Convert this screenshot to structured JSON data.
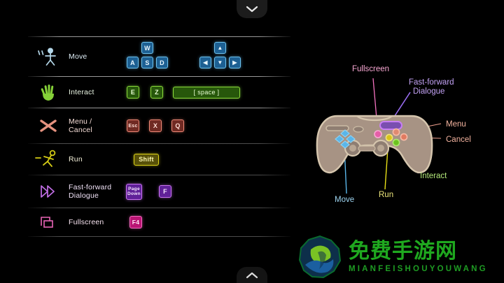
{
  "window": {
    "background_color": "#000000",
    "collapse_button": {
      "name": "collapse-panel-button",
      "glyph": "chevron-down-icon"
    },
    "expand_button": {
      "name": "expand-panel-button",
      "glyph": "chevron-up-icon"
    }
  },
  "keyboard_table": {
    "rows": [
      {
        "id": "move",
        "icon": "walking-stick-figure-icon",
        "label": "Move",
        "accent": "#4aa8e0",
        "key_groups": [
          {
            "type": "wasd",
            "keys": [
              "W",
              "A",
              "S",
              "D"
            ],
            "color": "blue"
          },
          {
            "type": "arrows",
            "keys": [
              "▲",
              "◀",
              "▼",
              "▶"
            ],
            "color": "blue"
          }
        ]
      },
      {
        "id": "interact",
        "icon": "open-hand-icon",
        "label": "Interact",
        "accent": "#8ddc3c",
        "key_groups": [
          {
            "type": "plain",
            "keys": [
              "E",
              "Z"
            ],
            "color": "green"
          },
          {
            "type": "wide",
            "keys": [
              "[ space ]"
            ],
            "color": "green"
          }
        ]
      },
      {
        "id": "menu-cancel",
        "icon": "x-cross-icon",
        "label": "Menu /\nCancel",
        "label_line1": "Menu /",
        "label_line2": "Cancel",
        "accent": "#f08a78",
        "key_groups": [
          {
            "type": "plain",
            "keys": [
              "Esc",
              "X",
              "Q"
            ],
            "color": "red"
          }
        ]
      },
      {
        "id": "run",
        "icon": "running-stick-figure-icon",
        "label": "Run",
        "accent": "#e0d617",
        "key_groups": [
          {
            "type": "plain",
            "keys": [
              "Shift"
            ],
            "color": "yellow"
          }
        ]
      },
      {
        "id": "fast-forward-dialogue",
        "icon": "double-chevron-forward-icon",
        "label": "Fast-forward Dialogue",
        "label_line1": "Fast-forward",
        "label_line2": "Dialogue",
        "accent": "#cc74f2",
        "key_groups": [
          {
            "type": "pagedown",
            "keys": [
              "Page",
              "Down"
            ],
            "color": "purple"
          },
          {
            "type": "plain",
            "keys": [
              "F"
            ],
            "color": "purple"
          }
        ]
      },
      {
        "id": "fullscreen",
        "icon": "overlapping-windows-icon",
        "label": "Fullscreen",
        "accent": "#f56ac0",
        "key_groups": [
          {
            "type": "plain",
            "keys": [
              "F4"
            ],
            "color": "magenta"
          }
        ]
      }
    ]
  },
  "gamepad_diagram": {
    "name": "gamepad-controller-diagram",
    "body_color": "#a79384",
    "callouts": [
      {
        "id": "fullscreen",
        "label": "Fullscreen",
        "color": "#f472c0",
        "dot_color": "#f472c0"
      },
      {
        "id": "fast-forward",
        "label_line1": "Fast-forward",
        "label_line2": "Dialogue",
        "color": "#9b6ef3",
        "dot_color": "#b26ef5"
      },
      {
        "id": "menu",
        "label": "Menu",
        "color": "#f08a78",
        "dot_color": "#f4a08a"
      },
      {
        "id": "cancel",
        "label": "Cancel",
        "color": "#f08a78",
        "dot_color": "#f4846a"
      },
      {
        "id": "interact",
        "label": "Interact",
        "color": "#8ddc3c",
        "dot_color": "#7ed321"
      },
      {
        "id": "run",
        "label": "Run",
        "color": "#e8e017",
        "dot_color": "#e0c81a"
      },
      {
        "id": "move",
        "label": "Move",
        "color": "#5ab6ea",
        "dot_color": "#5ab6ea"
      }
    ]
  },
  "watermark": {
    "logo": "mountain-logo-icon",
    "chinese": "免费手游网",
    "pinyin": "MIANFEISHOUYOUWANG",
    "color": "#1fa81f"
  }
}
